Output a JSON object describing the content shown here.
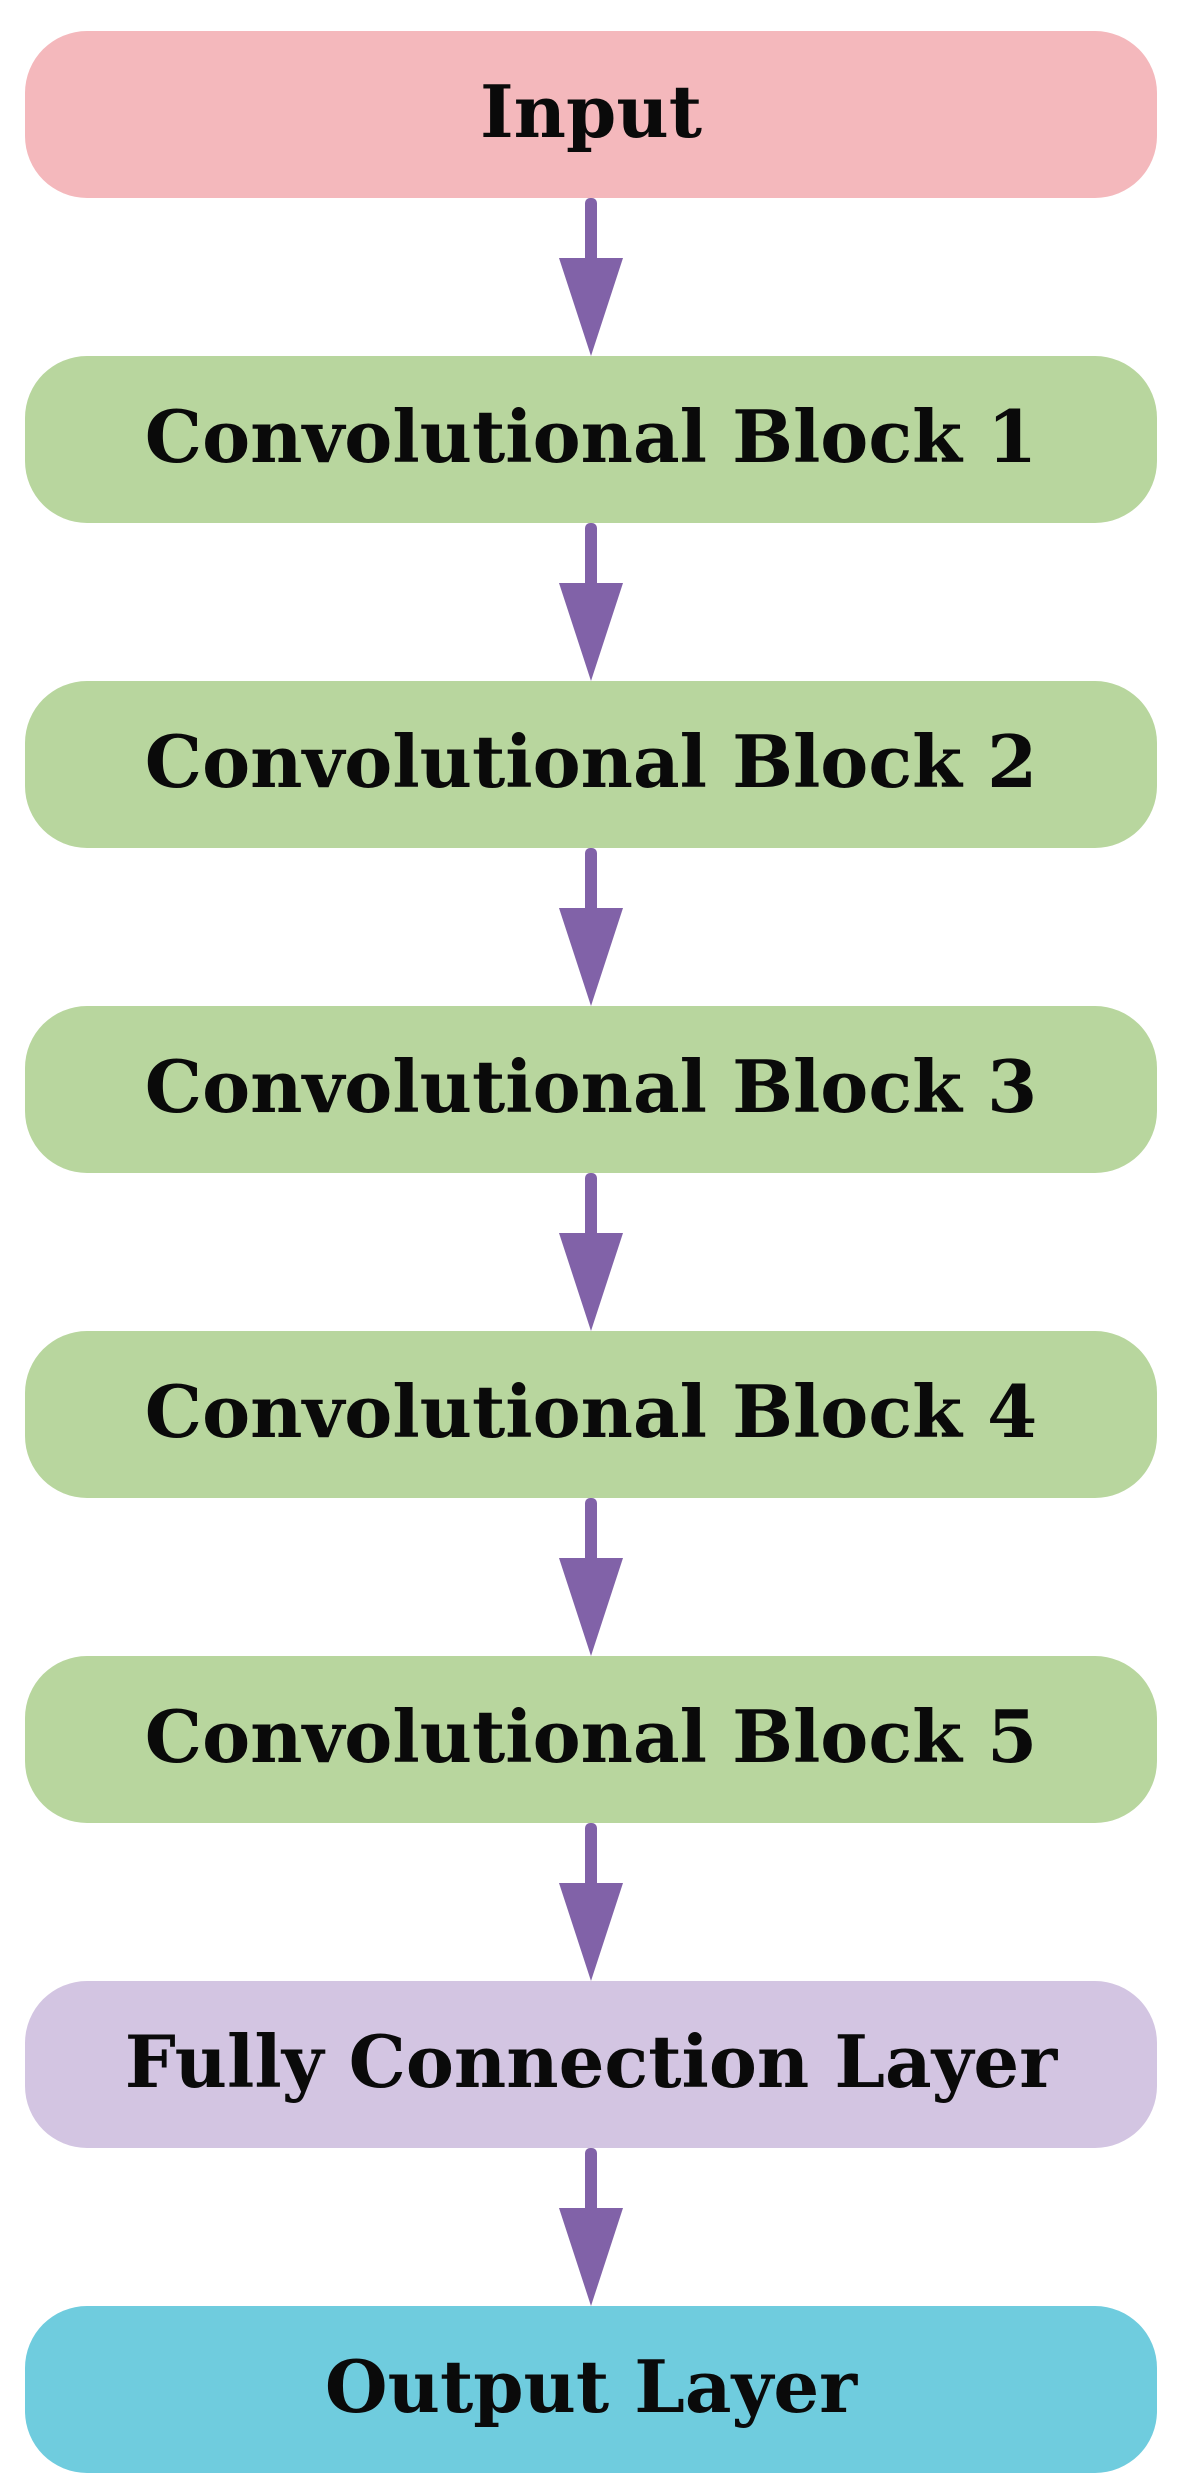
{
  "diagram": {
    "type": "flowchart",
    "direction": "top-to-bottom",
    "text_color": "#0a0a0a",
    "arrow_color": "#8162A8",
    "background_color": "#ffffff",
    "nodes": [
      {
        "id": "input",
        "label": "Input",
        "fill": "#F4B8BC",
        "shape": "rounded-rect"
      },
      {
        "id": "conv-block-1",
        "label": "Convolutional Block 1",
        "fill": "#B8D69E",
        "shape": "rounded-rect"
      },
      {
        "id": "conv-block-2",
        "label": "Convolutional Block 2",
        "fill": "#B8D69E",
        "shape": "rounded-rect"
      },
      {
        "id": "conv-block-3",
        "label": "Convolutional Block 3",
        "fill": "#B8D69E",
        "shape": "rounded-rect"
      },
      {
        "id": "conv-block-4",
        "label": "Convolutional Block 4",
        "fill": "#B8D69E",
        "shape": "rounded-rect"
      },
      {
        "id": "conv-block-5",
        "label": "Convolutional Block 5",
        "fill": "#B8D69E",
        "shape": "rounded-rect"
      },
      {
        "id": "fully-connection-layer",
        "label": "Fully Connection Layer",
        "fill": "#D3C5E2",
        "shape": "rounded-rect"
      },
      {
        "id": "output-layer",
        "label": "Output Layer",
        "fill": "#6FCCDE",
        "shape": "rounded-rect"
      }
    ],
    "edges": [
      {
        "from": "input",
        "to": "conv-block-1"
      },
      {
        "from": "conv-block-1",
        "to": "conv-block-2"
      },
      {
        "from": "conv-block-2",
        "to": "conv-block-3"
      },
      {
        "from": "conv-block-3",
        "to": "conv-block-4"
      },
      {
        "from": "conv-block-4",
        "to": "conv-block-5"
      },
      {
        "from": "conv-block-5",
        "to": "fully-connection-layer"
      },
      {
        "from": "fully-connection-layer",
        "to": "output-layer"
      }
    ]
  }
}
